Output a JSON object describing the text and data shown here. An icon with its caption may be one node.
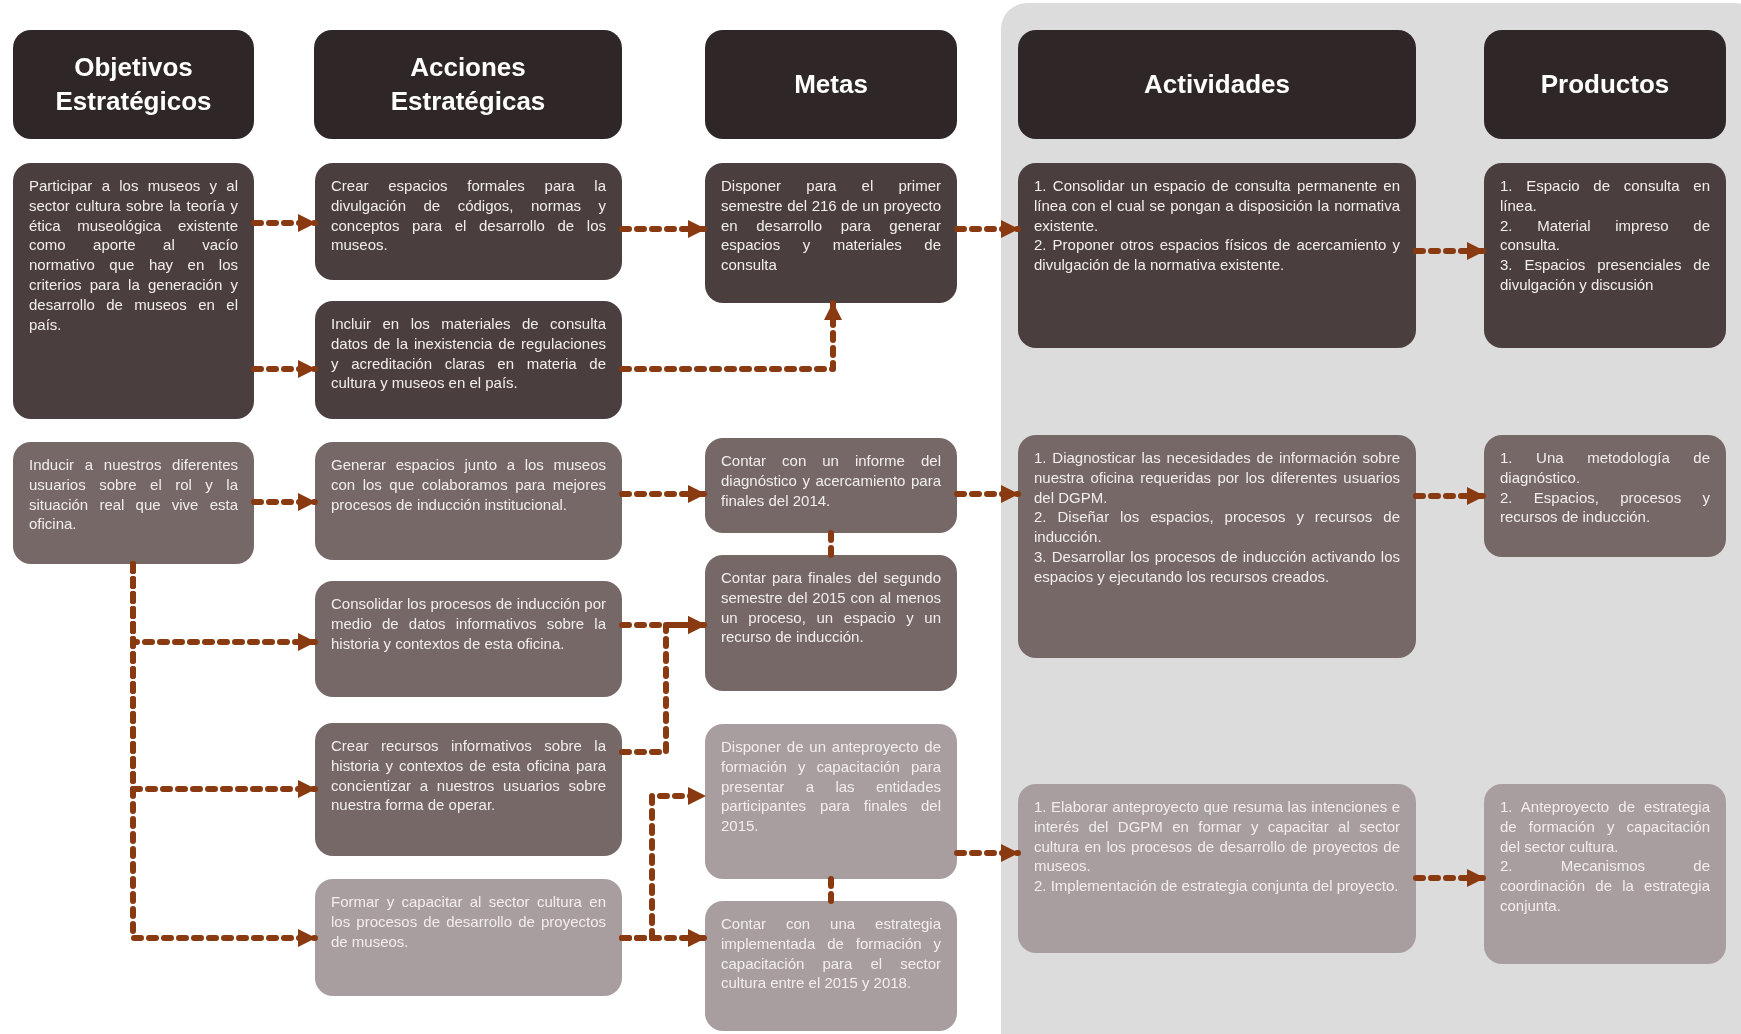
{
  "diagram": {
    "nodes": [
      {
        "text": [
          "Objetivos Estratégicos"
        ]
      },
      {
        "text": [
          "Acciones Estratégicas"
        ]
      },
      {
        "text": [
          "Metas"
        ]
      },
      {
        "text": [
          "Actividades"
        ]
      },
      {
        "text": [
          "Productos"
        ]
      },
      {
        "text": [
          "Participar a los museos y al sector cultura sobre la teoría y ética museológica existente como aporte al vacío normativo que hay en los criterios para la generación y desarrollo de museos en el país."
        ]
      },
      {
        "text": [
          "Inducir a nuestros diferentes usuarios sobre el rol y la situación real que vive esta oficina."
        ]
      },
      {
        "text": [
          "Crear espacios formales para la divulgación de códigos, normas y conceptos para el desarrollo de los museos."
        ]
      },
      {
        "text": [
          "Incluir en los materiales de consulta datos de la inexistencia de regulaciones y acreditación claras en materia de cultura y museos en el país."
        ]
      },
      {
        "text": [
          "Generar espacios junto a los museos con los que colaboramos para mejores procesos de inducción institucional."
        ]
      },
      {
        "text": [
          "Consolidar los procesos de inducción por medio de datos informativos sobre la historia y contextos de esta oficina."
        ]
      },
      {
        "text": [
          "Crear recursos informativos sobre la historia y contextos de esta oficina para concientizar a nuestros usuarios sobre nuestra forma de operar."
        ]
      },
      {
        "text": [
          "Formar y capacitar al sector cultura en los procesos de desarrollo de proyectos de museos."
        ]
      },
      {
        "text": [
          "Disponer para el primer semestre del 216 de un proyecto en desarrollo para generar espacios y materiales de consulta"
        ]
      },
      {
        "text": [
          "Contar con un informe del diagnóstico y acercamiento para finales del 2014."
        ]
      },
      {
        "text": [
          "Contar para finales del segundo semestre del 2015 con al menos un proceso, un espacio y un recurso de inducción."
        ]
      },
      {
        "text": [
          "Disponer de un anteproyecto de formación y capacitación para presentar a las entidades participantes para finales del 2015."
        ]
      },
      {
        "text": [
          "Contar con una estrategia implementada de formación y capacitación para el sector cultura entre el 2015 y 2018."
        ]
      },
      {
        "text": [
          "1. Consolidar un espacio de consulta permanente en línea con el cual se pongan a disposición la normativa existente.",
          "2. Proponer otros espacios físicos de acercamiento y divulgación de la normativa existente."
        ]
      },
      {
        "text": [
          "1. Diagnosticar las necesidades de información sobre nuestra oficina requeridas por los diferentes usuarios del DGPM.",
          "2. Diseñar los espacios, procesos y recursos de inducción.",
          "3. Desarrollar los procesos de inducción activando los espacios y ejecutando los recursos creados."
        ]
      },
      {
        "text": [
          "1. Elaborar anteproyecto que resuma las intenciones e interés del DGPM en formar y capacitar al sector cultura en los procesos de desarrollo de proyectos de museos.",
          "2. Implementación de estrategia conjunta del proyecto."
        ]
      },
      {
        "text": [
          "1. Espacio de consulta en línea.",
          "2. Material impreso de consulta.",
          "3. Espacios presenciales de divulgación y discusión"
        ]
      },
      {
        "text": [
          "1. Una metodología de diagnóstico.",
          "2. Espacios, procesos y recursos de inducción."
        ]
      },
      {
        "text": [
          "1. Anteproyecto de estrategia de formación y capacitación del sector cultura.",
          "2. Mecanismos de coordinación de la estrategia conjunta."
        ]
      }
    ],
    "edges": [
      {
        "from": 5,
        "to": 7,
        "arrow": "to",
        "style": "dashed"
      },
      {
        "from": 5,
        "to": 8,
        "arrow": "to",
        "style": "dashed"
      },
      {
        "from": 7,
        "to": 13,
        "arrow": "to",
        "style": "dashed"
      },
      {
        "from": 8,
        "to": 13,
        "arrow": "to",
        "style": "dashed"
      },
      {
        "from": 13,
        "to": 18,
        "arrow": "to",
        "style": "dashed"
      },
      {
        "from": 18,
        "to": 21,
        "arrow": "to",
        "style": "dashed"
      },
      {
        "from": 6,
        "to": 9,
        "arrow": "to",
        "style": "dashed"
      },
      {
        "from": 9,
        "to": 14,
        "arrow": "to",
        "style": "dashed"
      },
      {
        "from": 14,
        "to": 19,
        "arrow": "to",
        "style": "dashed"
      },
      {
        "from": 19,
        "to": 22,
        "arrow": "to",
        "style": "dashed"
      },
      {
        "from": 14,
        "to": 15,
        "arrow": "none",
        "style": "dashed"
      },
      {
        "from": 6,
        "to": 10,
        "arrow": "to",
        "style": "dashed"
      },
      {
        "from": 6,
        "to": 11,
        "arrow": "to",
        "style": "dashed"
      },
      {
        "from": 6,
        "to": 12,
        "arrow": "to",
        "style": "dashed"
      },
      {
        "from": 10,
        "to": 15,
        "arrow": "to",
        "style": "dashed"
      },
      {
        "from": 11,
        "to": 15,
        "arrow": "to",
        "style": "dashed"
      },
      {
        "from": 12,
        "to": 17,
        "arrow": "to",
        "style": "dashed"
      },
      {
        "from": 12,
        "to": 16,
        "arrow": "to",
        "style": "dashed"
      },
      {
        "from": 16,
        "to": 20,
        "arrow": "to",
        "style": "dashed"
      },
      {
        "from": 20,
        "to": 23,
        "arrow": "to",
        "style": "dashed"
      },
      {
        "from": 16,
        "to": 17,
        "arrow": "none",
        "style": "dashed"
      }
    ]
  }
}
